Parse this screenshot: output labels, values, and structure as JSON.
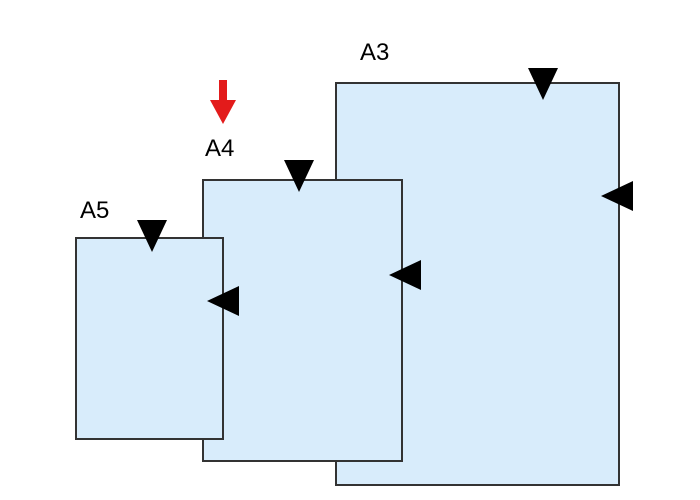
{
  "colors": {
    "paper_fill": "#d8ecfb",
    "paper_stroke": "#333333",
    "triangle": "#000000",
    "arrow": "#e31b1b"
  },
  "labels": {
    "a3": "A3",
    "a4": "A4",
    "a5": "A5"
  },
  "icons": {
    "feed_marker": "triangle-marker-icon",
    "highlight": "red-down-arrow-icon"
  }
}
